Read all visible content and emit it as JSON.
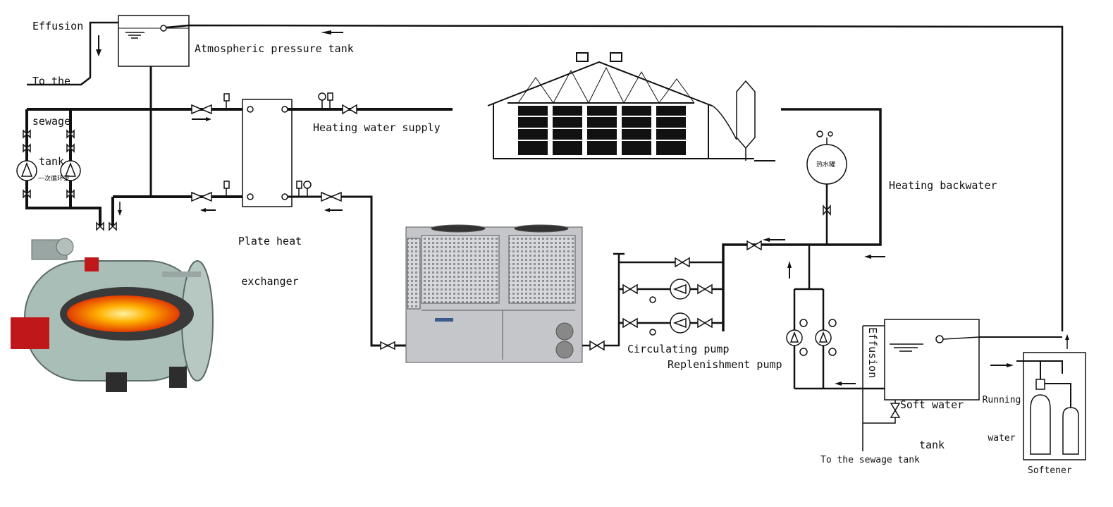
{
  "labels": {
    "effusion_top": "Effusion",
    "to_sewage_top": [
      "To the",
      "sewage",
      "tank"
    ],
    "atm_tank": "Atmospheric pressure tank",
    "heating_supply": "Heating water supply",
    "heating_backwater": "Heating backwater",
    "plate_hx": [
      "Plate heat",
      "exchanger"
    ],
    "circulating_pump": "Circulating pump",
    "replenishment_pump": "Replenishment pump",
    "effusion_side": "Effusion",
    "soft_water_tank": [
      "Soft water",
      "tank"
    ],
    "running_water": [
      "Running",
      "water"
    ],
    "to_sewage_bottom": "To the sewage tank",
    "softener": "Softener",
    "pump_cn": "一次循环泵",
    "expansion_cn": "热水罐"
  },
  "colors": {
    "line": "#111111",
    "flame": "#ff6a00",
    "boiler_body": "#8fa8a0",
    "unit_body": "#c4c6c9"
  }
}
